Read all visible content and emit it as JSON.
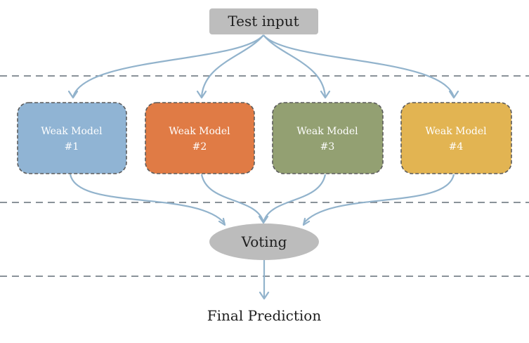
{
  "input": {
    "label": "Test input"
  },
  "models": [
    {
      "title": "Weak Model",
      "number": "#1",
      "color": "#90b4d4"
    },
    {
      "title": "Weak Model",
      "number": "#2",
      "color": "#e07b45"
    },
    {
      "title": "Weak Model",
      "number": "#3",
      "color": "#93a072"
    },
    {
      "title": "Weak Model",
      "number": "#4",
      "color": "#e2b452"
    }
  ],
  "voting": {
    "label": "Voting"
  },
  "output": {
    "label": "Final Prediction"
  },
  "colors": {
    "connector": "#92b3cc",
    "divider": "#8a9299",
    "node_fill": "#bcbcbc"
  }
}
